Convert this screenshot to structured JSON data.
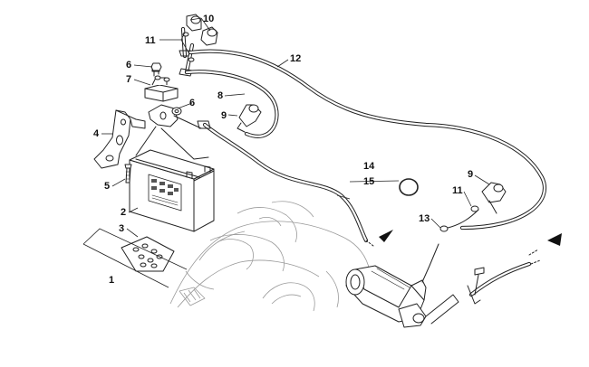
{
  "callouts": {
    "c1": "1",
    "c2": "2",
    "c3": "3",
    "c4": "4",
    "c5": "5",
    "c6a": "6",
    "c6b": "6",
    "c7": "7",
    "c8": "8",
    "c9a": "9",
    "c9b": "9",
    "c10": "10",
    "c11a": "11",
    "c11b": "11",
    "c12": "12",
    "c13": "13",
    "c14": "14",
    "c15": "15"
  },
  "colors": {
    "line": "#222222",
    "ghost": "#9a9a9a",
    "background": "#ffffff"
  }
}
